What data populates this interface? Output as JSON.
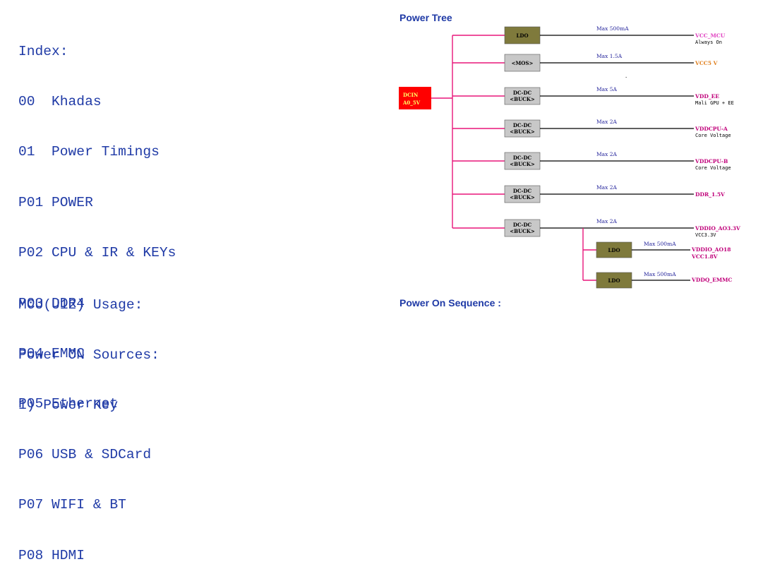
{
  "index": {
    "title": "Index:",
    "items": [
      "00  Khadas",
      "01  Power Timings",
      "P01 POWER",
      "P02 CPU & IR & KEYs",
      "P03 DDR4",
      "P04 EMMC",
      "P05 Ethernet",
      "P06 USB & SDCard",
      "P07 WIFI & BT",
      "P08 HDMI"
    ]
  },
  "mcu": {
    "lines": [
      "MCU(U12) Usage:",
      "Power ON Sources:",
      "1) Power Key"
    ]
  },
  "power_tree": {
    "title": "Power Tree",
    "source": {
      "line1": "DCIN",
      "line2": "A0_5V",
      "color": "#ff0000"
    },
    "rails": [
      {
        "box1": "LDO",
        "box2": "",
        "type": "ldo",
        "current": "Max 500mA",
        "output": "VCC_MCU",
        "output_color": "#e040c0",
        "desc": "Always On"
      },
      {
        "box1": "<MOS>",
        "box2": "",
        "type": "reg",
        "current": "Max 1.5A",
        "output": "VCC5 V",
        "output_color": "#e08020",
        "desc": ""
      },
      {
        "box1": "DC-DC",
        "box2": "<BUCK>",
        "type": "reg",
        "current": "Max 5A",
        "output": "VDD_EE",
        "output_color": "#c0007a",
        "desc": "Mali GPU + EE"
      },
      {
        "box1": "DC-DC",
        "box2": "<BUCK>",
        "type": "reg",
        "current": "Max 2A",
        "output": "VDDCPU-A",
        "output_color": "#c0007a",
        "desc": "Core Voltage"
      },
      {
        "box1": "DC-DC",
        "box2": "<BUCK>",
        "type": "reg",
        "current": "Max 2A",
        "output": "VDDCPU-B",
        "output_color": "#c0007a",
        "desc": "Core Voltage"
      },
      {
        "box1": "DC-DC",
        "box2": "<BUCK>",
        "type": "reg",
        "current": "Max 2A",
        "output": "DDR_1.5V",
        "output_color": "#c0007a",
        "desc": ""
      },
      {
        "box1": "DC-DC",
        "box2": "<BUCK>",
        "type": "reg",
        "current": "Max 2A",
        "output": "VDDIO_AO3.3V",
        "output_color": "#c0007a",
        "desc": "VCC3.3V"
      }
    ],
    "sub_rails": [
      {
        "box1": "LDO",
        "current": "Max 500mA",
        "output": "VDDIO_AO18",
        "desc": "VCC1.8V"
      },
      {
        "box1": "LDO",
        "current": "Max 500mA",
        "output": "VDDQ_EMMC",
        "desc": ""
      }
    ],
    "colors": {
      "bus": "#e8167a",
      "ldo_box": "#7f7a3c",
      "reg_box": "#c8c8c8",
      "line": "#000000"
    },
    "dot_mark": "."
  },
  "power_on_seq": {
    "title": "Power On Sequence :"
  }
}
